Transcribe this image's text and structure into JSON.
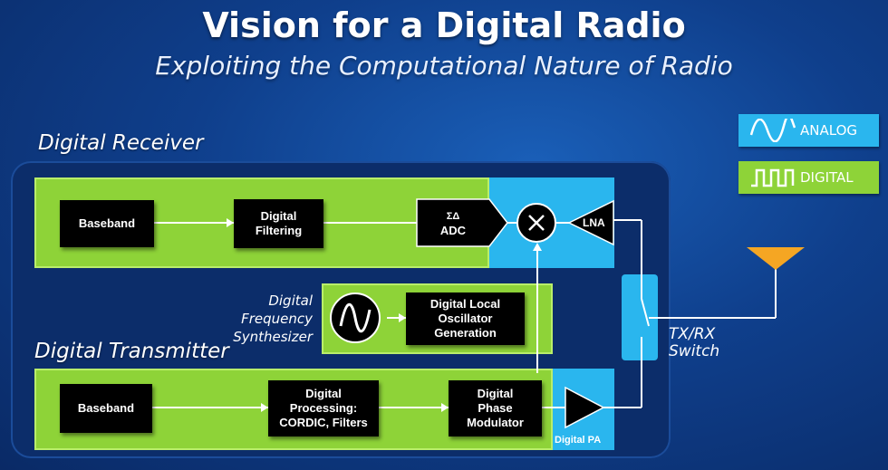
{
  "header": {
    "title": "Vision for a Digital Radio",
    "subtitle": "Exploiting the Computational Nature of Radio"
  },
  "legend": {
    "analog": "ANALOG",
    "digital": "DIGITAL",
    "analog_color": "#2ab6ee",
    "digital_color": "#8ed338"
  },
  "receiver": {
    "label": "Digital Receiver",
    "baseband": "Baseband",
    "filtering_line1": "Digital",
    "filtering_line2": "Filtering",
    "adc_line1": "ΣΔ",
    "adc_line2": "ADC",
    "lna": "LNA"
  },
  "synthesizer": {
    "label_line1": "Digital",
    "label_line2": "Frequency",
    "label_line3": "Synthesizer",
    "lo_line1": "Digital Local",
    "lo_line2": "Oscillator",
    "lo_line3": "Generation"
  },
  "transmitter": {
    "label": "Digital Transmitter",
    "baseband": "Baseband",
    "processing_line1": "Digital",
    "processing_line2": "Processing:",
    "processing_line3": "CORDIC, Filters",
    "modulator_line1": "Digital",
    "modulator_line2": "Phase",
    "modulator_line3": "Modulator",
    "pa": "Digital PA"
  },
  "switch": {
    "label_line1": "TX/RX",
    "label_line2": "Switch"
  },
  "colors": {
    "background": "#0f3f8c",
    "antenna": "#f5a623"
  }
}
